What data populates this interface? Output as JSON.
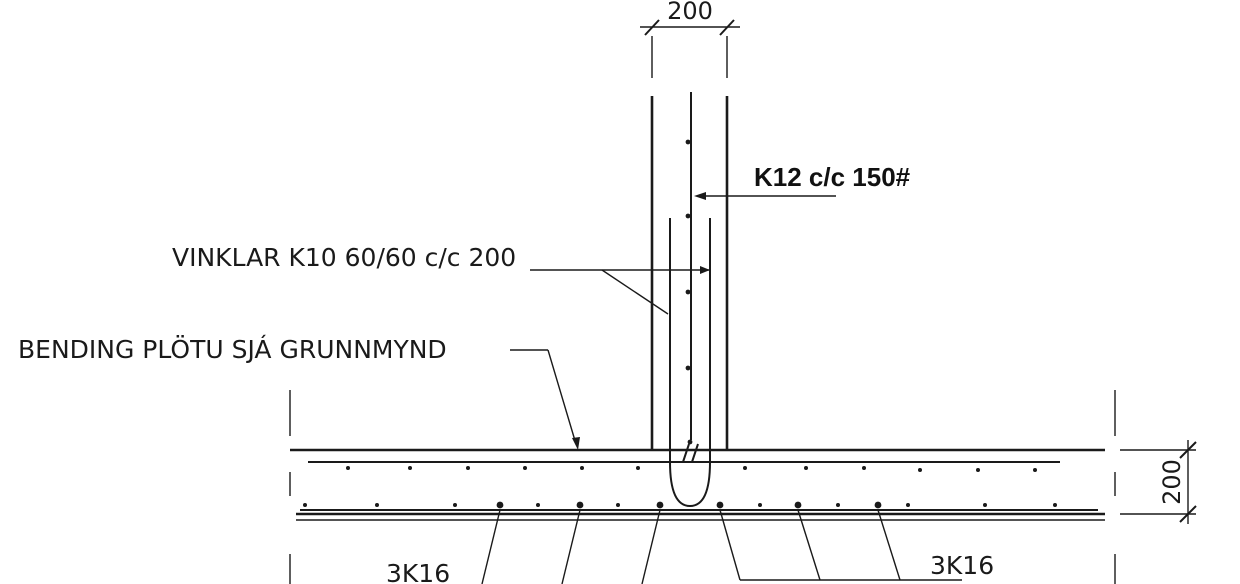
{
  "dimensions": {
    "wall_thickness": "200",
    "slab_thickness": "200"
  },
  "labels": {
    "wall_reinforcement": "K12 c/c 150#",
    "angle_bars": "VINKLAR K10 60/60 c/c 200",
    "slab_reinforcement": "BENDING PLÖTU SJÁ GRUNNMYND",
    "bottom_bars_left": "3K16",
    "bottom_bars_right": "3K16"
  },
  "colors": {
    "line": "#1a1a1a",
    "background": "#ffffff"
  }
}
